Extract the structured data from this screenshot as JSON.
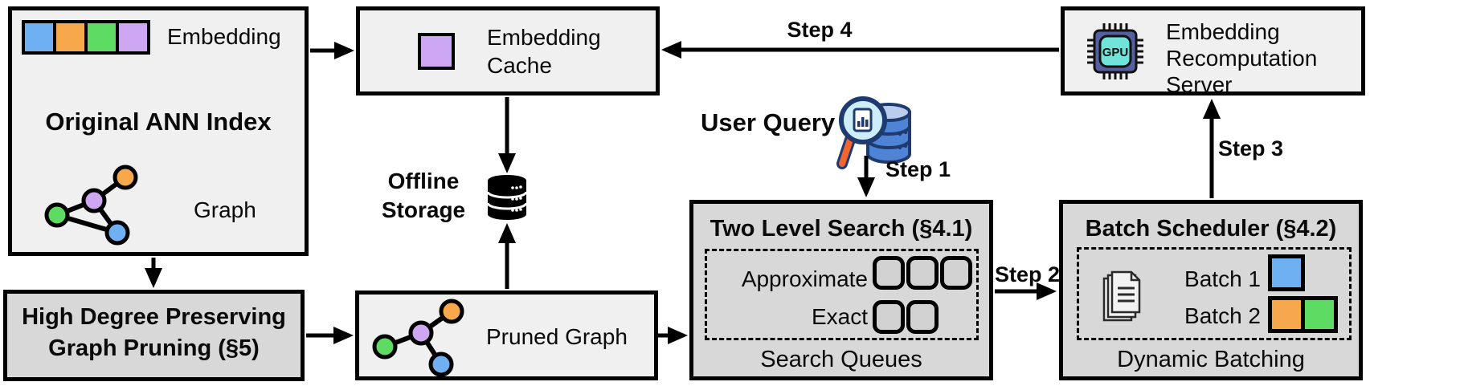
{
  "diagram": {
    "original_ann_index": {
      "embedding_label": "Embedding",
      "title": "Original ANN Index",
      "graph_label": "Graph"
    },
    "graph_pruning": {
      "label": "High Degree Preserving Graph Pruning (§5)"
    },
    "embedding_cache": {
      "label": "Embedding Cache"
    },
    "offline_storage": {
      "label": "Offline Storage"
    },
    "pruned_graph": {
      "label": "Pruned Graph"
    },
    "user_query": {
      "label": "User Query"
    },
    "two_level_search": {
      "title": "Two Level Search (§4.1)",
      "approximate_label": "Approximate",
      "exact_label": "Exact",
      "footer": "Search Queues"
    },
    "batch_scheduler": {
      "title": "Batch Scheduler (§4.2)",
      "batch1_label": "Batch 1",
      "batch2_label": "Batch 2",
      "footer": "Dynamic Batching"
    },
    "recomputation_server": {
      "label": "Embedding Recomputation Server",
      "chip_label": "GPU"
    },
    "steps": {
      "step1": "Step 1",
      "step2": "Step 2",
      "step3": "Step 3",
      "step4": "Step 4"
    },
    "colors": {
      "blue": "#6fb0f2",
      "orange": "#f7a84d",
      "green": "#5edb62",
      "purple": "#cda7f2",
      "box_light": "#f0f0f0",
      "box_dark": "#d8d8d8",
      "chip_body": "#5560a0",
      "chip_core": "#70e4d8",
      "db_blue": "#4f83d6",
      "db_top": "#b9cdee",
      "navy": "#1e3a6e",
      "lens": "#cdeef8",
      "handle": "#f3652f"
    }
  }
}
